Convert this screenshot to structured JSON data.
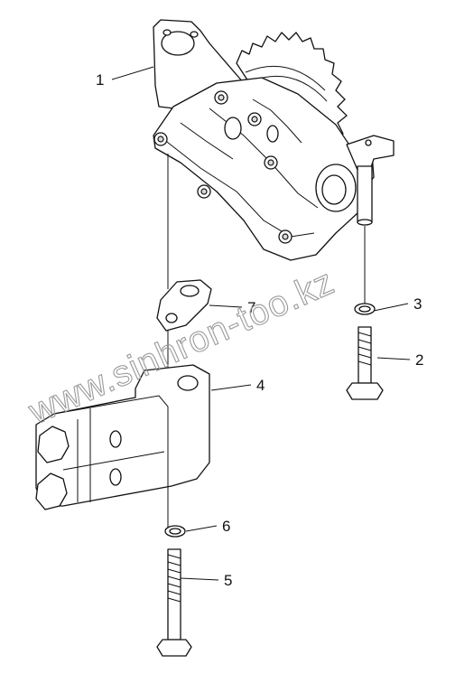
{
  "callouts": {
    "c1": "1",
    "c2": "2",
    "c3": "3",
    "c4": "4",
    "c5": "5",
    "c6": "6",
    "c7": "7"
  },
  "watermark": "www.sinhron-too.kz"
}
